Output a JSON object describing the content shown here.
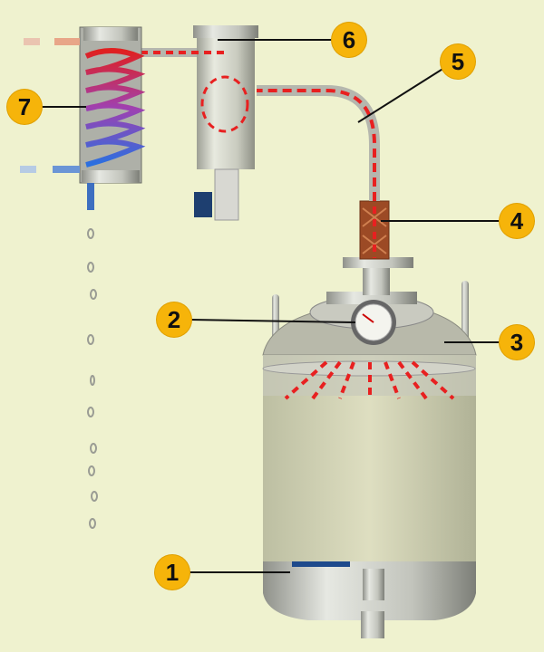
{
  "diagram": {
    "callouts": [
      {
        "number": "1"
      },
      {
        "number": "2"
      },
      {
        "number": "3"
      },
      {
        "number": "4"
      },
      {
        "number": "5"
      },
      {
        "number": "6"
      },
      {
        "number": "7"
      }
    ],
    "colors": {
      "background": "#eff2cf",
      "callout": "#f6b40a",
      "vapor_path": "#e82020",
      "steel": "#b9bcb4",
      "copper": "#a0522d"
    }
  }
}
